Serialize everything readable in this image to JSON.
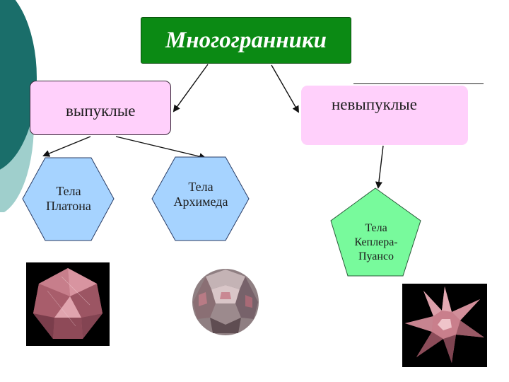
{
  "title": "Многогранники",
  "convex_label": "выпуклые",
  "nonconvex_label": "невыпуклые",
  "platonic": {
    "line1": "Тела",
    "line2": "Платона"
  },
  "archimedean": {
    "line1": "Тела",
    "line2": "Архимеда"
  },
  "kepler": {
    "line1": "Тела",
    "line2": "Кеплера-",
    "line3": "Пуансо"
  },
  "colors": {
    "title_bg": "#0b8a14",
    "box_pink": "#ffd0fb",
    "hexagon_blue": "#a6d3ff",
    "pentagon_green": "#78fa9c",
    "side_teal": "#1a6e6a",
    "side_light": "#9fcfcc"
  }
}
